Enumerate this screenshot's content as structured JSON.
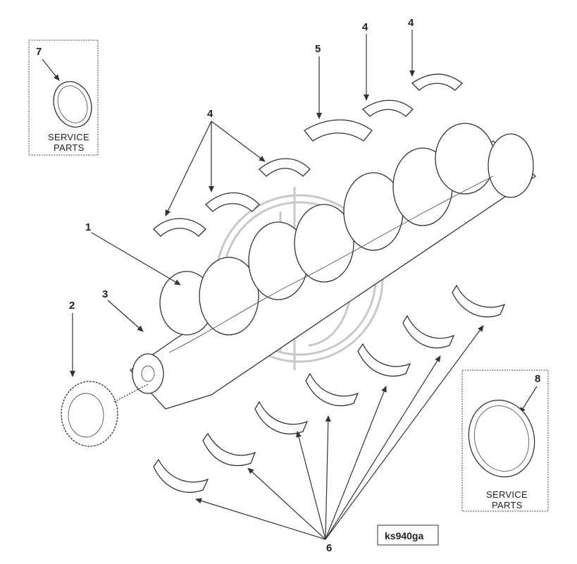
{
  "service_box_7": {
    "callout": "7",
    "text_line1": "SERVICE",
    "text_line2": "PARTS"
  },
  "service_box_8": {
    "callout": "8",
    "text_line1": "SERVICE",
    "text_line2": "PARTS"
  },
  "callouts": {
    "c1": "1",
    "c2": "2",
    "c3": "3",
    "c4a": "4",
    "c4b": "4",
    "c4c": "4",
    "c5": "5",
    "c6": "6"
  },
  "reference_code": "ks940ga",
  "colors": {
    "ink": "#333333",
    "watermark": "#c8c8c8",
    "background": "#ffffff"
  }
}
